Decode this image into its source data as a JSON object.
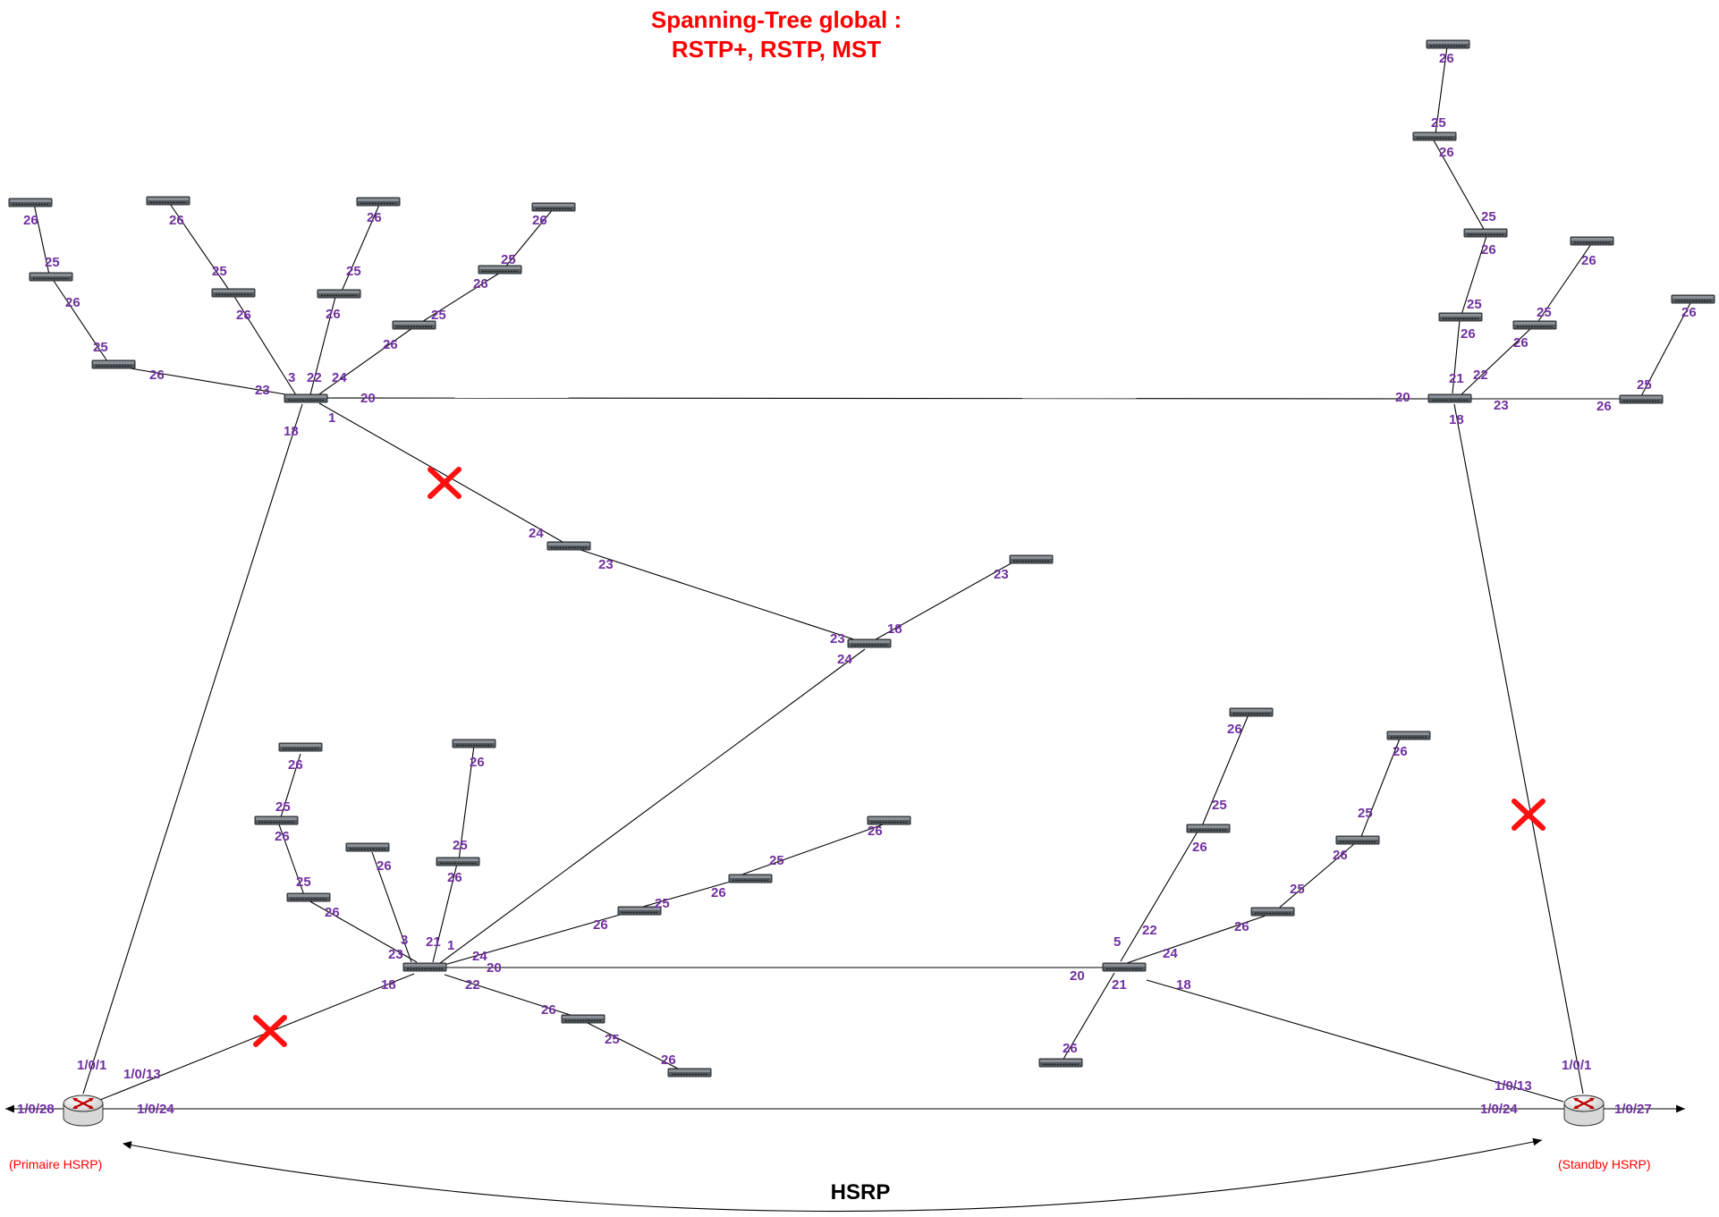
{
  "title": {
    "line1": "Spanning-Tree global :",
    "line2": "RSTP+, RSTP, MST"
  },
  "routers": {
    "primary": {
      "role": "(Primaire HSRP)",
      "ports": {
        "up": "1/0/1",
        "sw": "1/0/13",
        "lan": "1/0/24",
        "ext": "1/0/28"
      }
    },
    "standby": {
      "role": "(Standby HSRP)",
      "ports": {
        "up": "1/0/1",
        "sw": "1/0/13",
        "lan": "1/0/24",
        "ext": "1/0/27"
      }
    }
  },
  "hsrp_label": "HSRP",
  "colors": {
    "title": "#ff0000",
    "ports": "#7030a0",
    "blocked": "#ff0000",
    "link": "#000000"
  },
  "icons": [
    "switch-icon",
    "router-icon",
    "blocked-link-icon"
  ],
  "blocked_link_count": 3
}
